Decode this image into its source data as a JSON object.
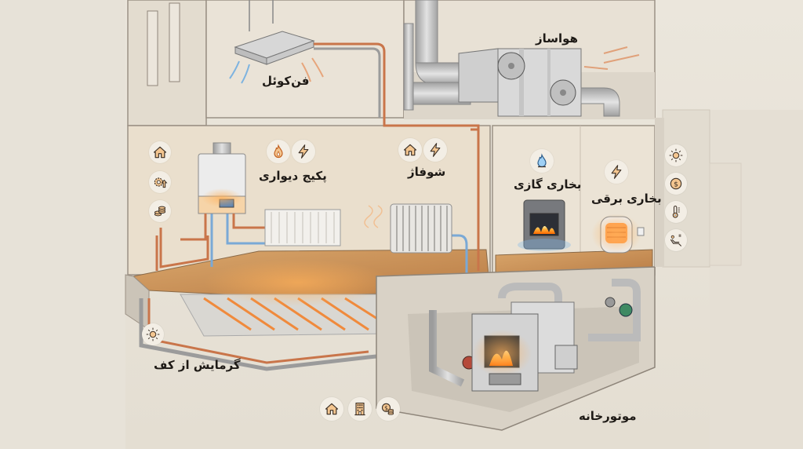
{
  "diagram": {
    "title": "Home heating systems cutaway illustration",
    "colors": {
      "background": "#e6e0d5",
      "wall": "#e9e1d4",
      "wall_outline": "#9b9185",
      "floor_wood": "#c8925a",
      "copper_pipe": "#c9754a",
      "cold_pipe": "#7aa9d6",
      "steel": "#b9b9b9",
      "flame": "#f59a3c",
      "icon_fill": "#f4c690",
      "icon_stroke": "#3a2e24"
    },
    "labels": {
      "fan_coil": "فن‌کوئل",
      "air_handler": "هواساز",
      "wall_package": "پکیج دیواری",
      "radiator": "شوفاژ",
      "gas_heater": "بخاری گازی",
      "electric_heater": "بخاری برقی",
      "floor_heating": "گرمایش از کف",
      "boiler_room": "موتورخانه"
    },
    "icon_groups": {
      "left_column": [
        "house-icon",
        "gear-upgrade-icon",
        "coins-icon"
      ],
      "wall_package": [
        "flame-icon",
        "lightning-icon"
      ],
      "radiator": [
        "house-icon",
        "lightning-icon"
      ],
      "gas_heater": [
        "gas-flame-icon"
      ],
      "electric_heater": [
        "lightning-icon"
      ],
      "right_column": [
        "sun-icon",
        "dollar-coin-icon",
        "thermometer-icon",
        "comfort-recliner-icon"
      ],
      "floor_heating": [
        "sun-icon"
      ],
      "boiler_room": [
        "house-icon",
        "building-icon",
        "dollar-coins-icon"
      ]
    }
  }
}
